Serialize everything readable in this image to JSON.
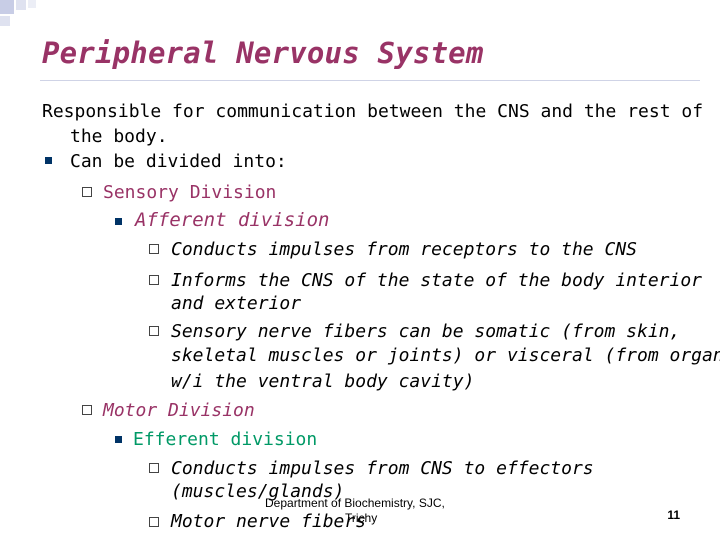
{
  "title": "Peripheral Nervous System",
  "lines": {
    "l1": "Responsible for communication between the CNS and the rest of",
    "l2": "the body.",
    "l3": "Can be divided into:",
    "l4": "Sensory Division",
    "l5": "Afferent division",
    "l6": "Conducts impulses from receptors to the CNS",
    "l7": "Informs the CNS of the state of the body interior",
    "l8": "and exterior",
    "l9": "Sensory nerve fibers can be somatic (from skin,",
    "l10": "skeletal muscles or joints) or visceral (from organs",
    "l11": "w/i the ventral body cavity)",
    "l12": "Motor Division",
    "l13": "Efferent division",
    "l14": "Conducts impulses from CNS to effectors",
    "l15": "(muscles/glands)",
    "l16": "Motor nerve fibers"
  },
  "footer": {
    "dept": "Department of Biochemistry, SJC,",
    "place": "Trichy",
    "page": "11"
  },
  "colors": {
    "title": "#993366",
    "afferent": "#993366",
    "efferent": "#009966",
    "bullet": "#003366"
  }
}
